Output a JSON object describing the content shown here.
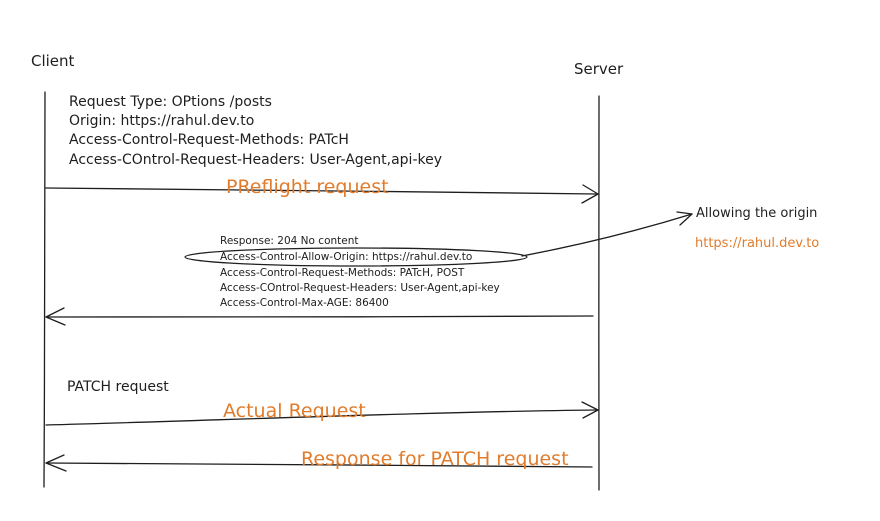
{
  "actors": {
    "client": "Client",
    "server": "Server"
  },
  "preflight_request": {
    "lines": [
      "Request Type: OPtions /posts",
      "Origin: https://rahul.dev.to",
      "Access-Control-Request-Methods: PATcH",
      "Access-COntrol-Request-Headers: User-Agent,api-key"
    ],
    "arrow_label": "PReflight request"
  },
  "preflight_response": {
    "lines": [
      "Response: 204 No content",
      "Access-Control-Allow-Origin: https://rahul.dev.to",
      "Access-Control-Request-Methods: PATcH, POST",
      "Access-COntrol-Request-Headers: User-Agent,api-key",
      "Access-Control-Max-AGE: 86400"
    ]
  },
  "annotation": {
    "title": "Allowing the origin",
    "origin": "https://rahul.dev.to"
  },
  "actual_request": {
    "label": "PATCH request",
    "arrow_label": "Actual Request"
  },
  "actual_response": {
    "arrow_label": "Response for PATCH request"
  },
  "colors": {
    "ink": "#1e1e1e",
    "accent": "#e07c2c"
  }
}
